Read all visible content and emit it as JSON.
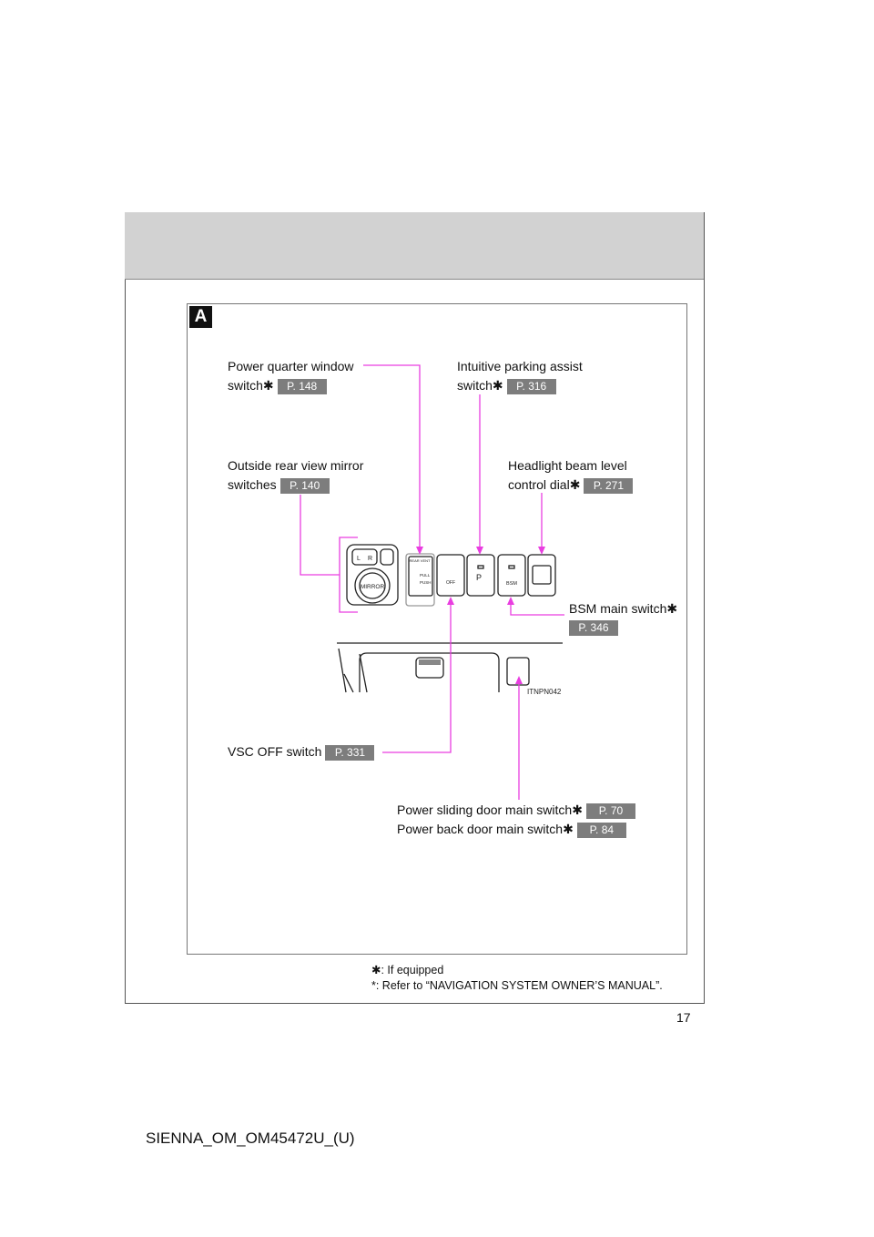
{
  "diagram_label": "A",
  "callouts": {
    "power_quarter": {
      "line1": "Power quarter window",
      "line2": "switch✱",
      "page": "P. 148"
    },
    "parking_assist": {
      "line1": "Intuitive parking assist",
      "line2": "switch✱",
      "page": "P. 316"
    },
    "mirror": {
      "line1": "Outside rear view mirror",
      "line2": "switches",
      "page": "P. 140"
    },
    "headlight": {
      "line1": "Headlight beam level",
      "line2": "control dial✱",
      "page": "P. 271"
    },
    "bsm": {
      "line1": "BSM main switch✱",
      "page": "P. 346"
    },
    "vsc": {
      "line1": "VSC OFF switch",
      "page": "P. 331"
    },
    "sliding_door": {
      "line1": "Power sliding door main switch✱",
      "page": "P. 70"
    },
    "back_door": {
      "line1": "Power back door main switch✱",
      "page": "P. 84"
    }
  },
  "illustration": {
    "code": "ITNPN042",
    "mirror_label": "MIRROR",
    "l": "L",
    "r": "R",
    "vent_title": "REAR VENT",
    "pull": "PULL",
    "push": "PUSH",
    "off": "OFF",
    "bsm": "BSM",
    "p": "P"
  },
  "footnotes": {
    "equipped": "✱: If equipped",
    "nav": "*: Refer to “NAVIGATION SYSTEM OWNER’S MANUAL”."
  },
  "page_number": "17",
  "footer": "SIENNA_OM_OM45472U_(U)",
  "colors": {
    "leader": "#e93ee0",
    "badge": "#7d7d7d"
  }
}
